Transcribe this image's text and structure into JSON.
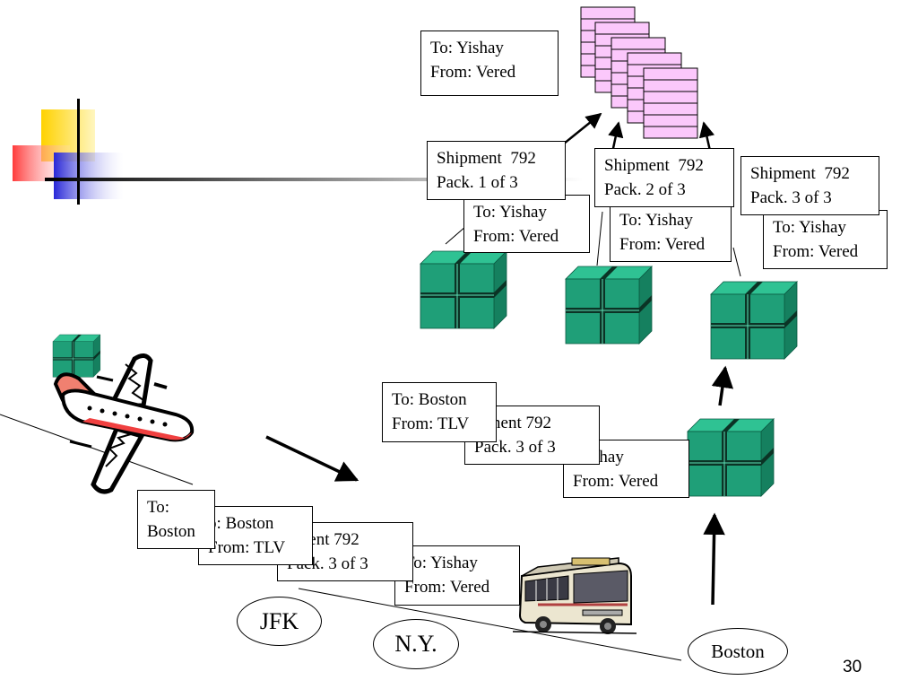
{
  "slide": {
    "page_number": "30"
  },
  "colors": {
    "box_front": "#1f9f78",
    "box_top": "#2fc293",
    "box_side": "#15805f",
    "stack_fill": "#fbc8fb",
    "deco_yellow": "#ffd200",
    "deco_red": "#ff3b3b",
    "deco_blue": "#2828d8"
  },
  "labels": {
    "stack_address": "To: Yishay\nFrom: Vered",
    "shipment_1": "Shipment  792\nPack. 1 of 3",
    "shipment_2": "Shipment  792\nPack. 2 of 3",
    "shipment_3": "Shipment  792\nPack. 3 of 3",
    "address_1": "To: Yishay\nFrom: Vered",
    "address_2": "To: Yishay\nFrom: Vered",
    "address_3": "To: Yishay\nFrom: Vered",
    "mid_to_boston": "To: Boston\nFrom: TLV",
    "mid_shipment": "ipment 792\nPack. 3 of 3",
    "mid_yishay": " Yishay\nFrom: Vered",
    "bot_to": "To:\nBoston",
    "bot_to_boston": "o: Boston\nFrom: TLV",
    "bot_shipment": "pment 792\nPack. 3 of 3",
    "bot_yishay": "To: Yishay\nFrom: Vered"
  },
  "places": {
    "jfk": "JFK",
    "ny": "N.Y.",
    "boston": "Boston"
  },
  "icons": {
    "plane": "airplane-icon",
    "bus": "bus-icon",
    "package": "package-icon",
    "documents": "document-stack-icon"
  }
}
